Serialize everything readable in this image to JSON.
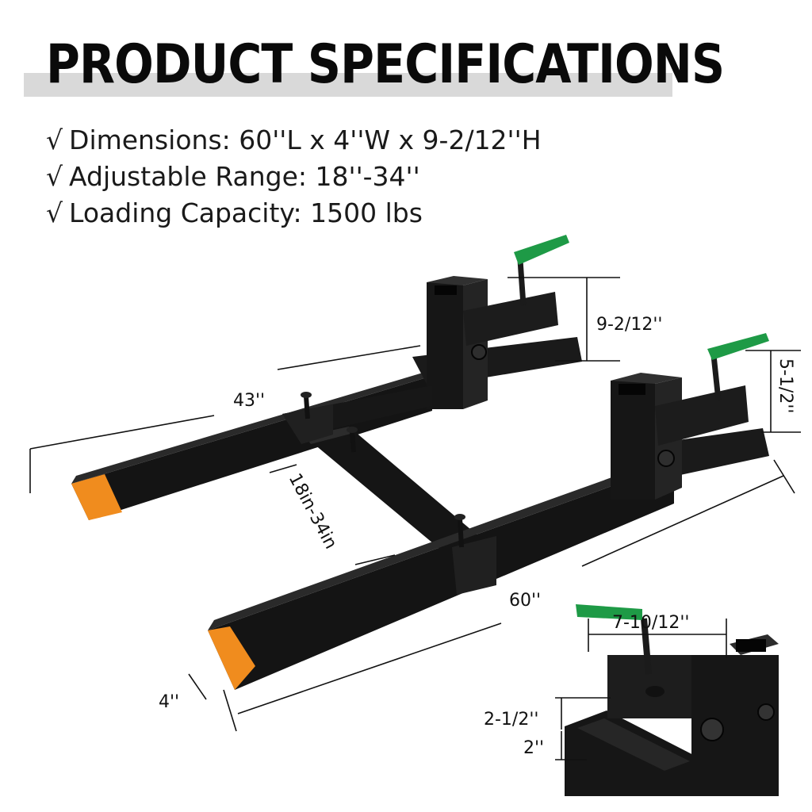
{
  "title": "PRODUCT SPECIFICATIONS",
  "specs": [
    {
      "check": "√",
      "text": "Dimensions: 60''L x 4''W x 9-2/12''H"
    },
    {
      "check": "√",
      "text": "Adjustable Range: 18''-34''"
    },
    {
      "check": "√",
      "text": "Loading Capacity: 1500 lbs"
    }
  ],
  "dimensions": {
    "height": "9-2/12''",
    "arm_height": "5-1/2''",
    "frame_length": "43''",
    "range": "18in-34in",
    "length": "60''",
    "width": "4''",
    "inset_width": "7-10/12''",
    "inset_gap": "2-1/2''",
    "inset_tube": "2''"
  },
  "colors": {
    "steel": "#141414",
    "tip": "#f08c1e",
    "handle": "#1e9a46",
    "band": "#d9d9d9"
  }
}
